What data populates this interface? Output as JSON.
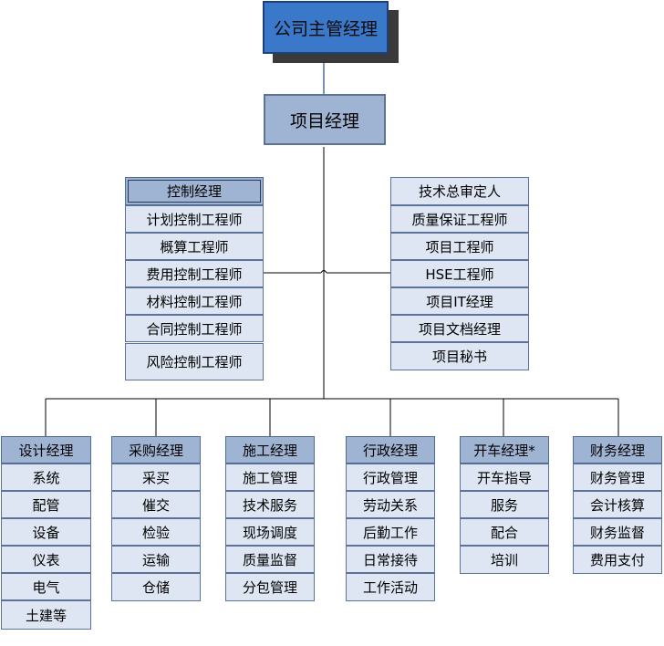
{
  "top": "公司主管经理",
  "pm": "项目经理",
  "left_group": {
    "header": "控制经理",
    "items": [
      "计划控制工程师",
      "概算工程师",
      "费用控制工程师",
      "材料控制工程师",
      "合同控制工程师",
      "风险控制工程师"
    ]
  },
  "right_group": {
    "items": [
      "技术总审定人",
      "质量保证工程师",
      "项目工程师",
      "HSE工程师",
      "项目IT经理",
      "项目文档经理",
      "项目秘书"
    ]
  },
  "departments": [
    {
      "header": "设计经理",
      "items": [
        "系统",
        "配管",
        "设备",
        "仪表",
        "电气",
        "土建等"
      ]
    },
    {
      "header": "采购经理",
      "items": [
        "采买",
        "催交",
        "检验",
        "运输",
        "仓储"
      ]
    },
    {
      "header": "施工经理",
      "items": [
        "施工管理",
        "技术服务",
        "现场调度",
        "质量监督",
        "分包管理"
      ]
    },
    {
      "header": "行政经理",
      "items": [
        "行政管理",
        "劳动关系",
        "后勤工作",
        "日常接待",
        "工作活动"
      ]
    },
    {
      "header": "开车经理*",
      "items": [
        "开车指导",
        "服务",
        "配合",
        "培训"
      ]
    },
    {
      "header": "财务经理",
      "items": [
        "财务管理",
        "会计核算",
        "财务监督",
        "费用支付"
      ]
    }
  ],
  "colors": {
    "top_fill": "#3a78c9",
    "header_fill": "#9fb3d2",
    "cell_fill": "#dde6f2",
    "border": "#5b7399"
  }
}
